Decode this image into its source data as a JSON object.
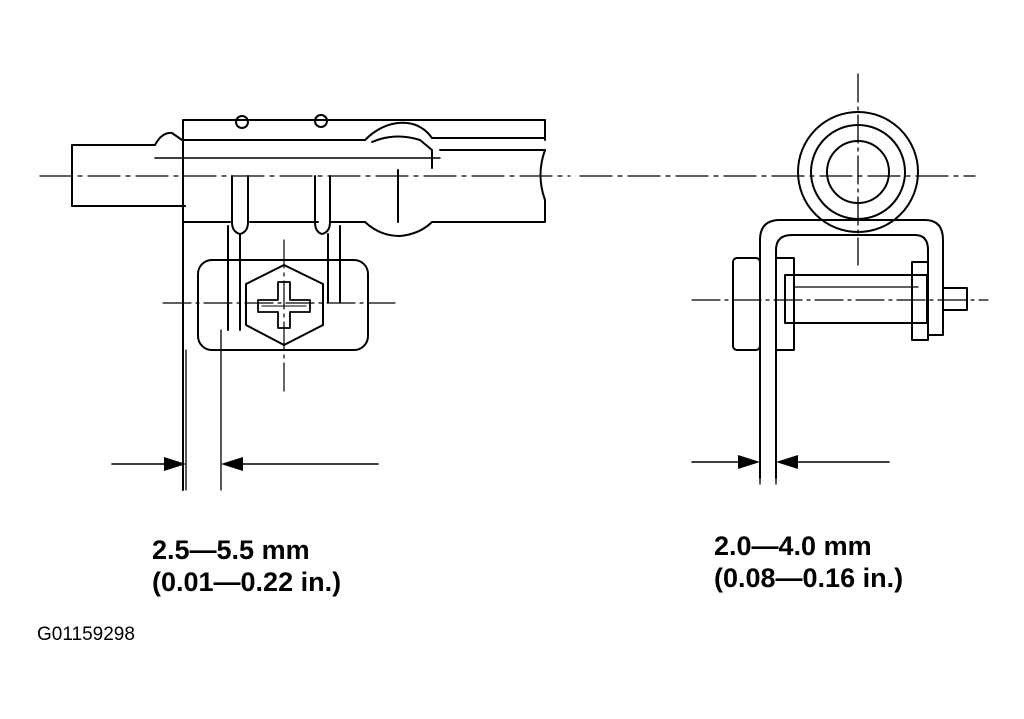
{
  "left_dimension": {
    "metric": "2.5—5.5 mm",
    "imperial": "(0.01—0.22 in.)"
  },
  "right_dimension": {
    "metric": "2.0—4.0 mm",
    "imperial": "(0.08—0.16 in.)"
  },
  "figure_id": "G01159298",
  "colors": {
    "ink": "#000000",
    "paper": "#ffffff"
  }
}
